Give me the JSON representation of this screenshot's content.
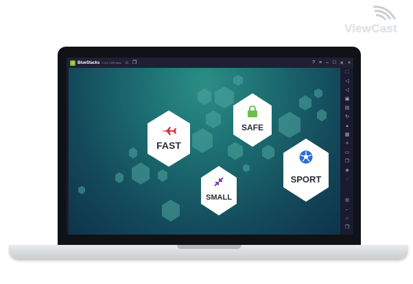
{
  "branding": {
    "logo_text": "ViewCast"
  },
  "emulator": {
    "app_name": "BlueStacks",
    "version_text": "5.0.0.7228 Beta",
    "title_icons": [
      "home-icon",
      "multi-instance-icon"
    ],
    "window_controls": [
      "help-icon",
      "menu-icon",
      "minimize-icon",
      "maximize-icon",
      "close-icon",
      "collapse-sidebar-icon"
    ]
  },
  "sidebar": {
    "icons": [
      "fullscreen-icon",
      "volume-up-icon",
      "volume-down-icon",
      "media-icon",
      "keyboard-icon",
      "rotate-icon",
      "shake-icon",
      "screenshot-icon",
      "record-icon",
      "folder-icon",
      "copy-icon",
      "layers-icon",
      "eco-icon",
      "settings-icon",
      "back-icon",
      "home-icon",
      "recents-icon"
    ]
  },
  "features": [
    {
      "label": "FAST",
      "icon": "airplane-icon",
      "color": "#d9302c"
    },
    {
      "label": "SAFE",
      "icon": "lock-icon",
      "color": "#6cc04a"
    },
    {
      "label": "SMALL",
      "icon": "compress-icon",
      "color": "#7a3fb0"
    },
    {
      "label": "SPORT",
      "icon": "soccer-ball-icon",
      "color": "#2a6fd6"
    }
  ]
}
